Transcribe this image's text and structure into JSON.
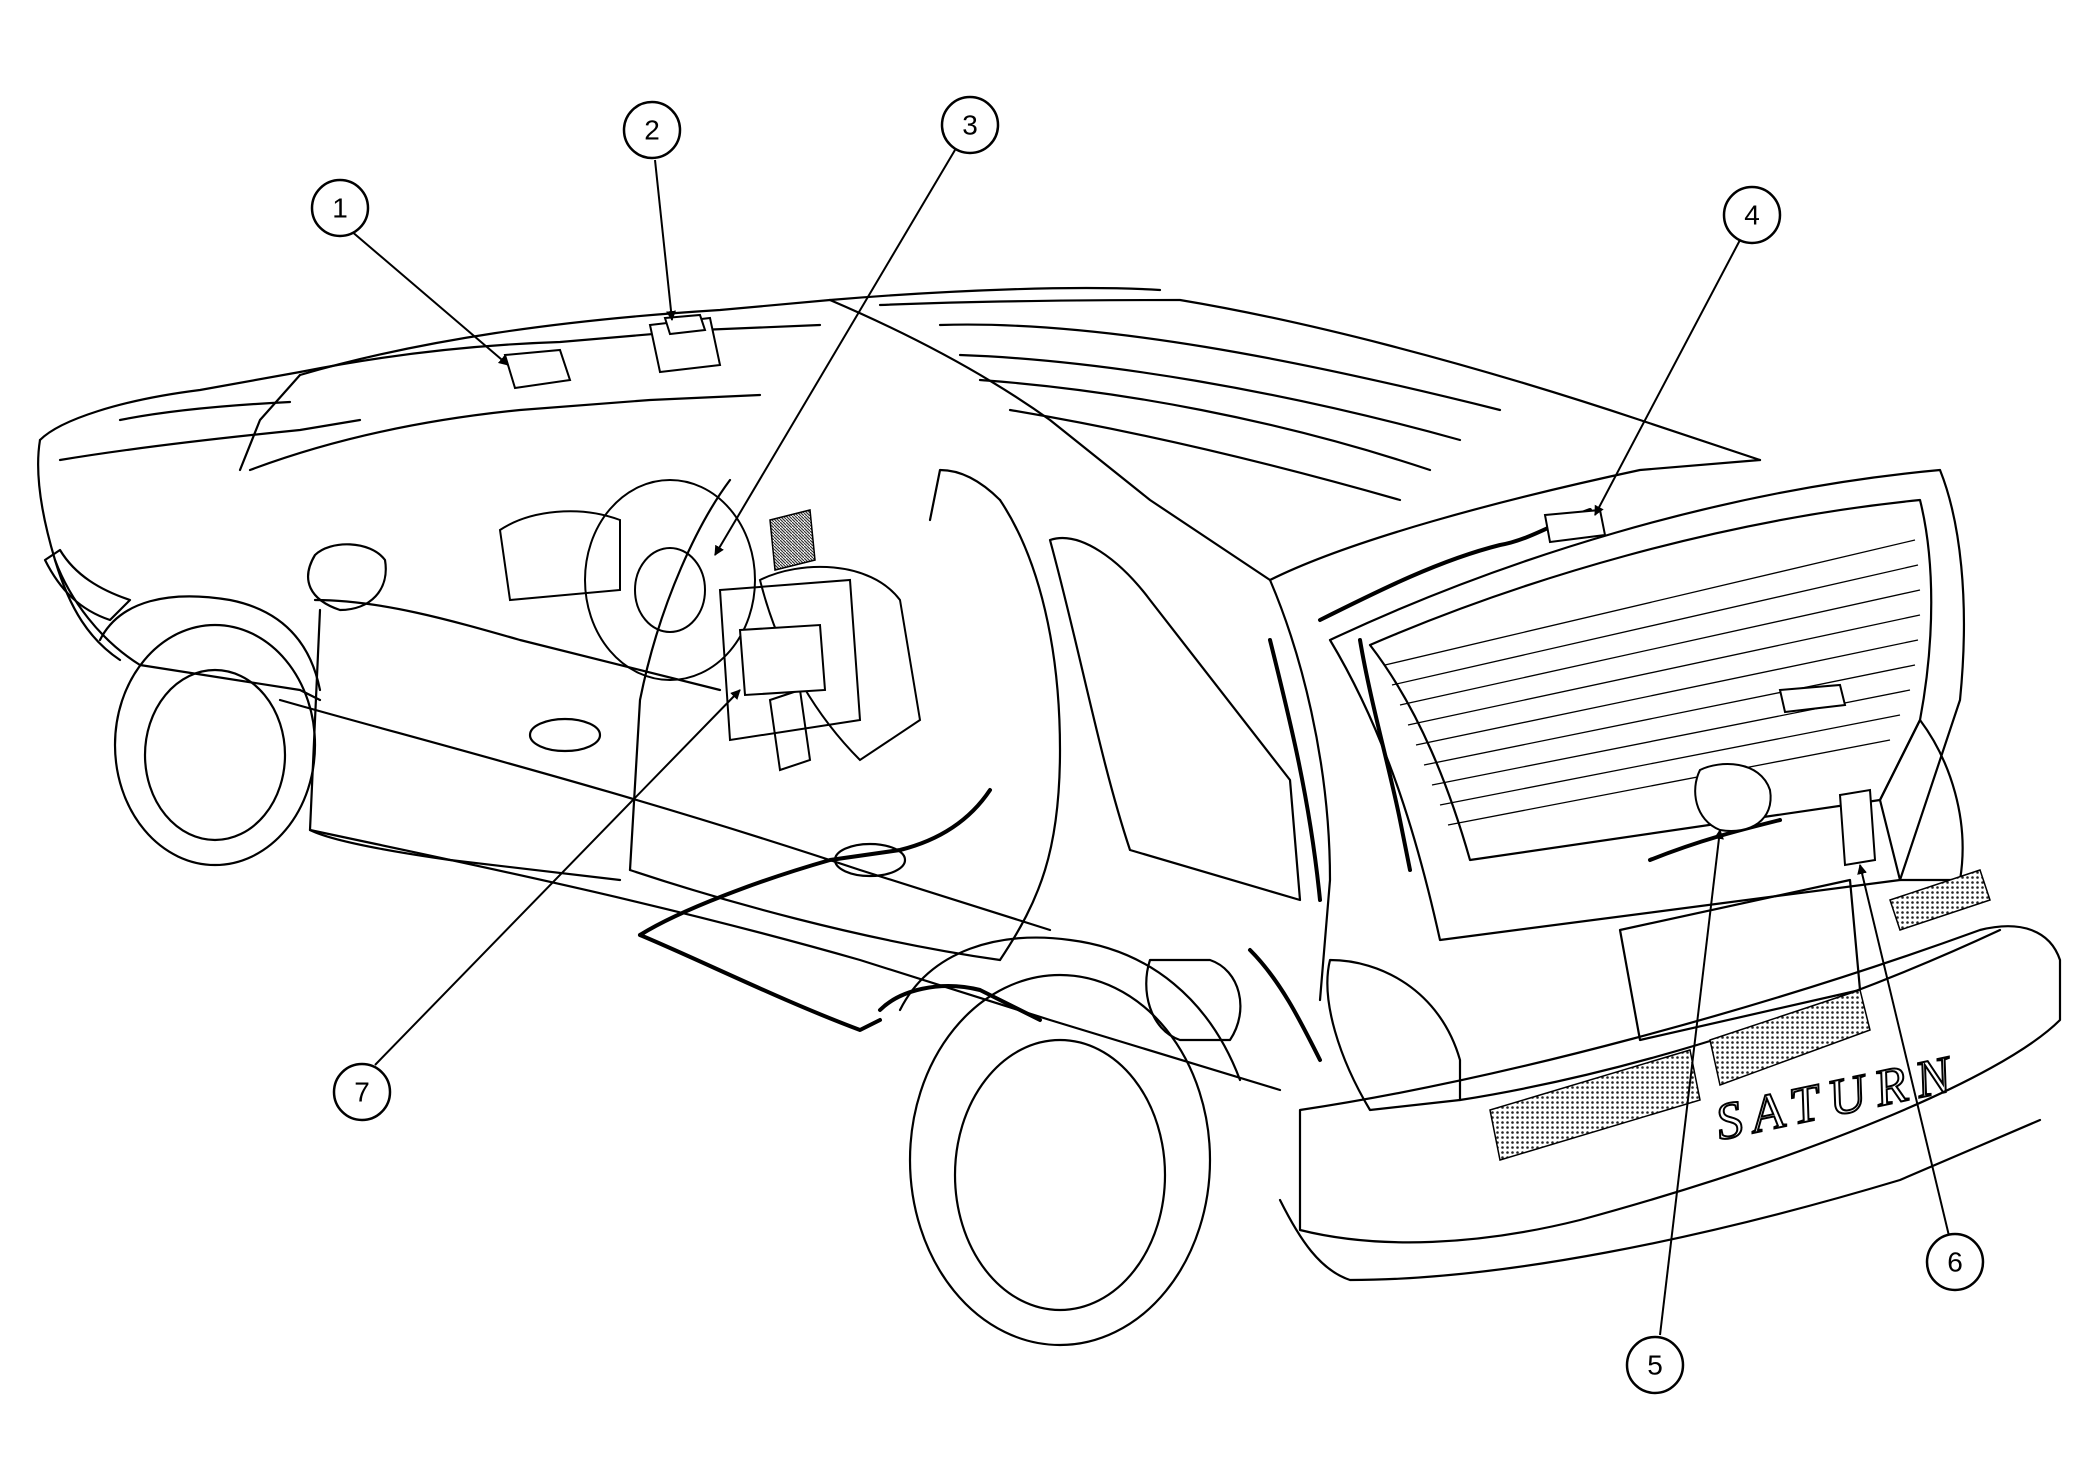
{
  "colors": {
    "line": "#000000",
    "background": "#ffffff",
    "hatch": "#333333"
  },
  "vehicle": {
    "badge_text": "SATURN"
  },
  "callouts": [
    {
      "id": "1",
      "label": "1"
    },
    {
      "id": "2",
      "label": "2"
    },
    {
      "id": "3",
      "label": "3"
    },
    {
      "id": "4",
      "label": "4"
    },
    {
      "id": "5",
      "label": "5"
    },
    {
      "id": "6",
      "label": "6"
    },
    {
      "id": "7",
      "label": "7"
    }
  ]
}
